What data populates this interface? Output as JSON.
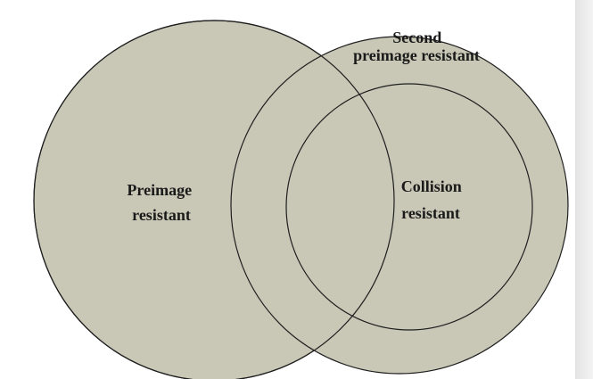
{
  "diagram": {
    "colors": {
      "circle_fill": "#c9c8b7",
      "circle_stroke": "#1e1e1e",
      "background": "#ffffff",
      "right_strip": "#e9e9e9"
    },
    "sets": {
      "preimage_resistant": {
        "label_lines": [
          "Preimage",
          "resistant"
        ]
      },
      "second_preimage_resistant": {
        "label_lines": [
          "Second",
          "preimage resistant"
        ]
      },
      "collision_resistant": {
        "label_lines": [
          "Collision",
          "resistant"
        ]
      }
    }
  }
}
